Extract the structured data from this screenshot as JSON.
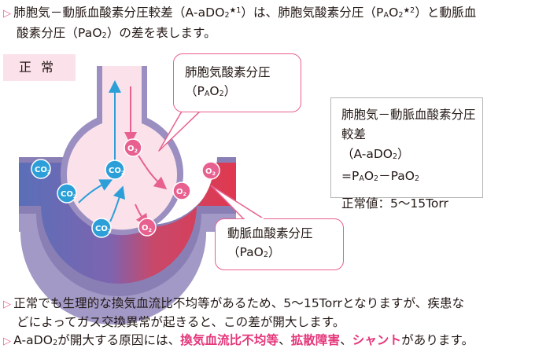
{
  "intro": {
    "line1_a": "肺胞気－動脈血酸素分圧較差（A-aDO",
    "line1_sub": "2",
    "line1_sup": "★1",
    "line1_b": "）は、肺胞気酸素分圧（P",
    "line1_sub2": "A",
    "line1_c": "O",
    "line1_sub3": "2",
    "line1_sup2": "★2",
    "line1_d": "）と動脈血",
    "line2_a": "酸素分圧（PaO",
    "line2_sub": "2",
    "line2_b": "）の差を表します。"
  },
  "diagram": {
    "state_label": "正常",
    "alveolar_callout": {
      "line1": "肺胞気酸素分圧",
      "line2_a": "（P",
      "line2_sub": "A",
      "line2_b": "O",
      "line2_sub2": "2",
      "line2_c": "）"
    },
    "arterial_callout": {
      "line1": "動脈血酸素分圧",
      "line2_a": "（PaO",
      "line2_sub": "2",
      "line2_b": "）"
    },
    "formula": {
      "line1": "肺胞気－動脈血酸素分圧較差",
      "line2_a": "（A-aDO",
      "line2_sub": "2",
      "line2_b": "）",
      "line3_a": "=P",
      "line3_sub": "A",
      "line3_b": "O",
      "line3_sub2": "2",
      "line3_c": "－PaO",
      "line3_sub3": "2",
      "line4": "正常値：5～15Torr"
    },
    "gas_labels": {
      "co2_main": "CO",
      "co2_sub": "2",
      "o2_main": "O",
      "o2_sub": "2"
    },
    "colors": {
      "venous": "#5a6fb8",
      "arterial": "#e0384f",
      "vessel_wall": "#8a7fb5",
      "alveolus_fill": "#fbe1ea",
      "co2_bubble": "#2c9fd8",
      "o2_bubble": "#e8608f",
      "accent": "#e8608f"
    }
  },
  "notes": {
    "line1": "正常でも生理的な換気血流比不均等があるため、5～15Torrとなりますが、疾患な",
    "line2": "どによってガス交換異常が起きると、この差が開大します。",
    "line3_a": "A-aDO",
    "line3_sub": "2",
    "line3_b": "が開大する原因には、",
    "cause1": "換気血流比不均等",
    "sep1": "、",
    "cause2": "拡散障害",
    "sep2": "、",
    "cause3": "シャント",
    "line3_c": "があります。"
  }
}
